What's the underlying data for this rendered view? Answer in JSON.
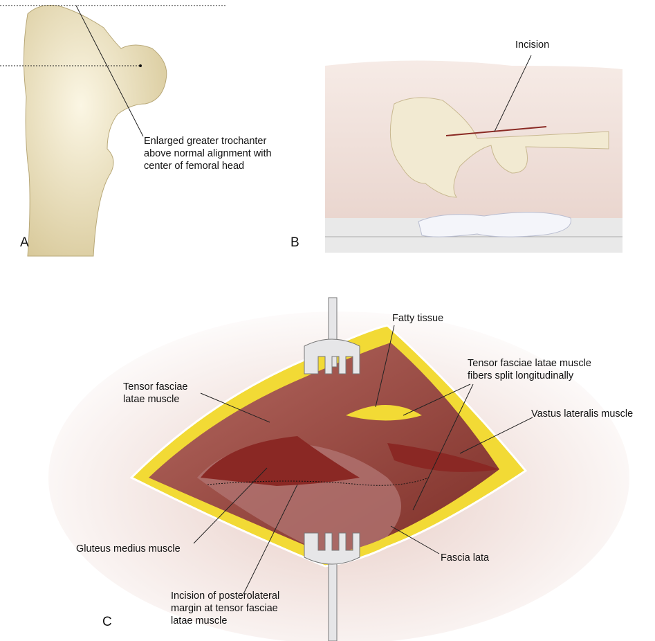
{
  "panels": {
    "a": {
      "letter": "A",
      "label_lines": [
        "Enlarged greater trochanter",
        "above normal alignment with",
        "center of femoral head"
      ]
    },
    "b": {
      "letter": "B",
      "label": "Incision"
    },
    "c": {
      "letter": "C",
      "fatty_tissue": "Fatty tissue",
      "tfl_split": [
        "Tensor fasciae latae muscle",
        "fibers split longitudinally"
      ],
      "tfl_muscle": [
        "Tensor fasciae",
        "latae muscle"
      ],
      "vastus": "Vastus lateralis muscle",
      "gluteus": "Gluteus medius muscle",
      "fascia_lata": "Fascia lata",
      "incision_margin": [
        "Incision of posterolateral",
        "margin at tensor fasciae",
        "latae muscle"
      ]
    }
  },
  "colors": {
    "bone": "#ece3c4",
    "skin": "#f1e2dc",
    "fat": "#f3dc2a",
    "muscle": "#8b3a32",
    "retractor": "#e6e6e8"
  }
}
